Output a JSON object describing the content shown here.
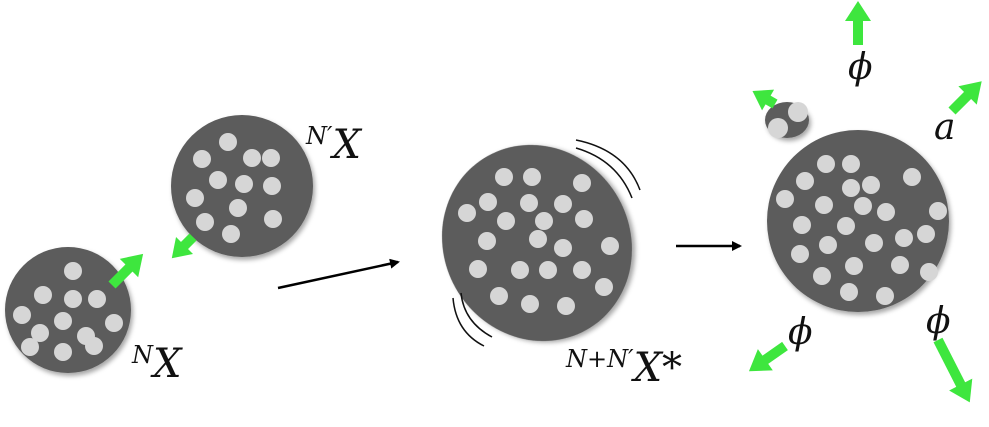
{
  "colors": {
    "nucleus": "#5b5b5b",
    "nucleon": "#d6d6d6",
    "emission_arrow": "#3ee63e",
    "reaction_arrow": "#000000"
  },
  "labels": {
    "nucleus_a": {
      "sup": "N",
      "base": "X"
    },
    "nucleus_b": {
      "sup": "N′",
      "base": "X"
    },
    "compound": {
      "sup": "N+N′",
      "base": "X*"
    },
    "phi_top": "ϕ",
    "axion": "a",
    "phi_left": "ϕ",
    "phi_right": "ϕ"
  },
  "icons": {
    "reaction_arrow": "reaction-arrow-icon",
    "emission_arrow": "green-arrow-icon",
    "vibration_marks": "vibration-lines-icon"
  }
}
